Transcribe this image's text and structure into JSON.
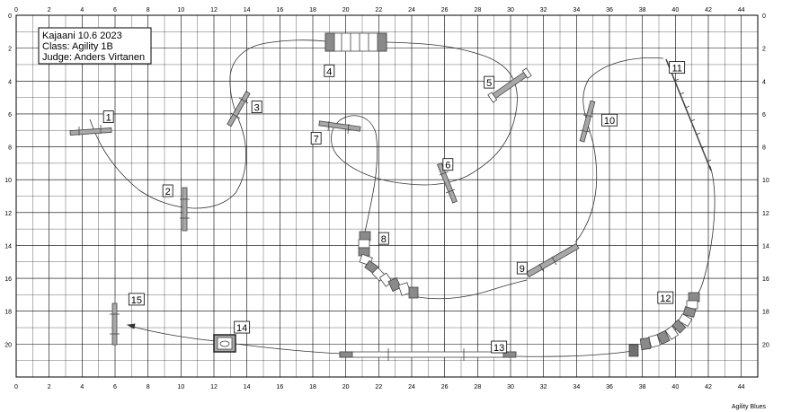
{
  "header": {
    "lines": [
      "Kajaani 10.6 2023",
      "Class: Agility 1B",
      "Judge: Anders Virtanen"
    ]
  },
  "axes": {
    "x_ticks": [
      "0",
      "2",
      "4",
      "6",
      "8",
      "10",
      "12",
      "14",
      "16",
      "18",
      "20",
      "22",
      "24",
      "26",
      "28",
      "30",
      "32",
      "34",
      "36",
      "38",
      "40",
      "42",
      "44"
    ],
    "y_ticks": [
      "0",
      "2",
      "4",
      "6",
      "8",
      "10",
      "12",
      "14",
      "16",
      "18",
      "20"
    ]
  },
  "obstacles": [
    {
      "number": "1",
      "label_at": [
        5.6,
        6.2
      ]
    },
    {
      "number": "2",
      "label_at": [
        9.2,
        10.7
      ]
    },
    {
      "number": "3",
      "label_at": [
        14.6,
        5.6
      ]
    },
    {
      "number": "4",
      "label_at": [
        19.0,
        3.4
      ]
    },
    {
      "number": "5",
      "label_at": [
        28.7,
        4.1
      ]
    },
    {
      "number": "6",
      "label_at": [
        26.2,
        9.1
      ]
    },
    {
      "number": "7",
      "label_at": [
        18.2,
        7.5
      ]
    },
    {
      "number": "8",
      "label_at": [
        22.3,
        13.6
      ]
    },
    {
      "number": "9",
      "label_at": [
        30.7,
        15.4
      ]
    },
    {
      "number": "10",
      "label_at": [
        36.0,
        6.4
      ]
    },
    {
      "number": "11",
      "label_at": [
        40.1,
        3.2
      ]
    },
    {
      "number": "12",
      "label_at": [
        39.4,
        17.2
      ]
    },
    {
      "number": "13",
      "label_at": [
        29.3,
        20.2
      ]
    },
    {
      "number": "14",
      "label_at": [
        13.7,
        19.0
      ]
    },
    {
      "number": "15",
      "label_at": [
        7.3,
        17.3
      ]
    }
  ],
  "credit": "Agility Blues",
  "colors": {
    "grid": "#000000",
    "obstacle_fill": "#a8a8a8",
    "obstacle_dark": "#707070",
    "path": "#333333"
  }
}
